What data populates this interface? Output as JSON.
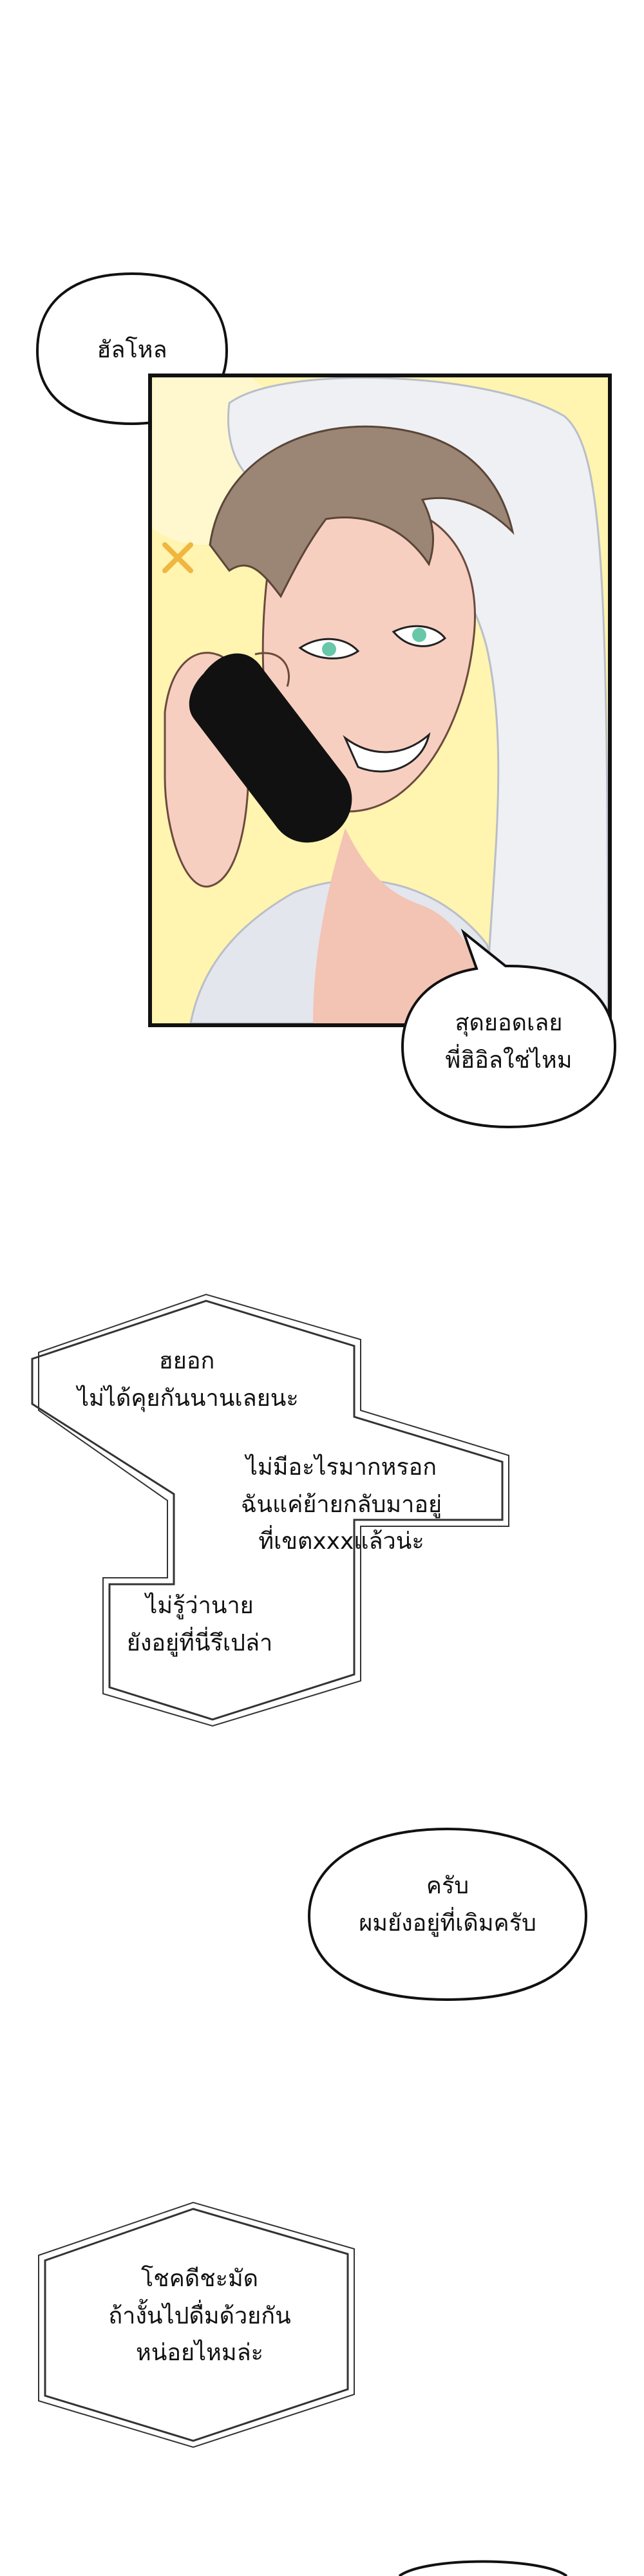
{
  "bubbles": {
    "hello": {
      "lines": [
        "ฮัลโหล"
      ]
    },
    "awesome": {
      "lines": [
        "สุดยอดเลย",
        "พี่ฮิอิลใช่ไหม"
      ]
    },
    "yes": {
      "lines": [
        "ครับ",
        "ผมยังอยู่ที่เดิมครับ"
      ]
    }
  },
  "boxes": {
    "long_time": {
      "block1": [
        "ฮยอก",
        "ไม่ได้คุยกันนานเลยนะ"
      ],
      "block2": [
        "ไม่มีอะไรมากหรอก",
        "ฉันแค่ย้ายกลับมาอยู่",
        "ที่เขตxxxแล้วน่ะ"
      ],
      "block3": [
        "ไม่รู้ว่านาย",
        "ยังอยู่ที่นี่รึเปล่า"
      ]
    },
    "lucky": {
      "lines": [
        "โชคดีชะมัด",
        "ถ้างั้นไปดื่มด้วยกัน",
        "หน่อยไหมล่ะ"
      ]
    }
  },
  "colors": {
    "panel_bg": "#fff6b8",
    "towel": "#eef0f4",
    "hair": "#9b8574",
    "skin": "#f7cfc0",
    "eyes": "#67c7a8",
    "phone": "#111111"
  }
}
